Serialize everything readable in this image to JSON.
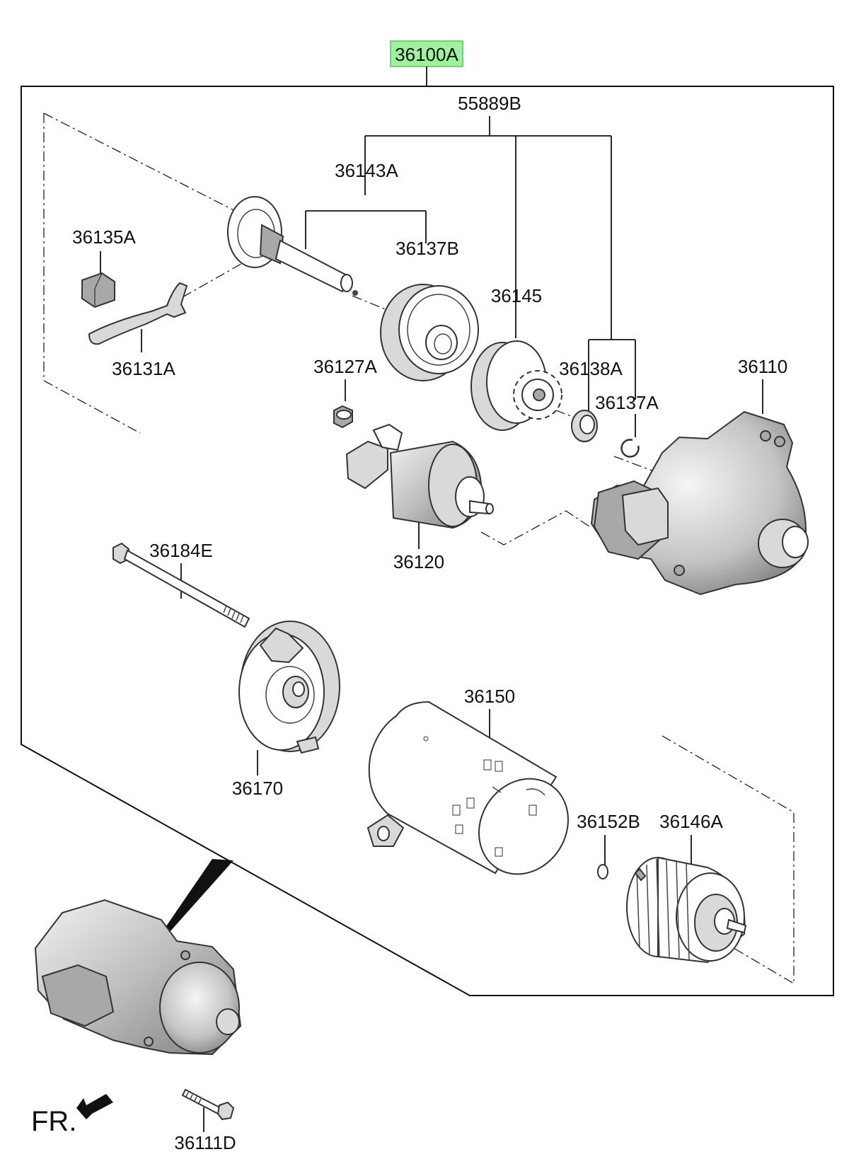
{
  "diagram": {
    "assembly_label": "36100A",
    "assembly_highlight_color": "#9ef29e",
    "direction_label": "FR.",
    "labels": {
      "l55889B": "55889B",
      "l36143A": "36143A",
      "l36135A": "36135A",
      "l36137B": "36137B",
      "l36145": "36145",
      "l36131A": "36131A",
      "l36127A": "36127A",
      "l36138A": "36138A",
      "l36110": "36110",
      "l36137A": "36137A",
      "l36120": "36120",
      "l36184E": "36184E",
      "l36170": "36170",
      "l36150": "36150",
      "l36152B": "36152B",
      "l36146A": "36146A",
      "l36111D": "36111D"
    }
  }
}
